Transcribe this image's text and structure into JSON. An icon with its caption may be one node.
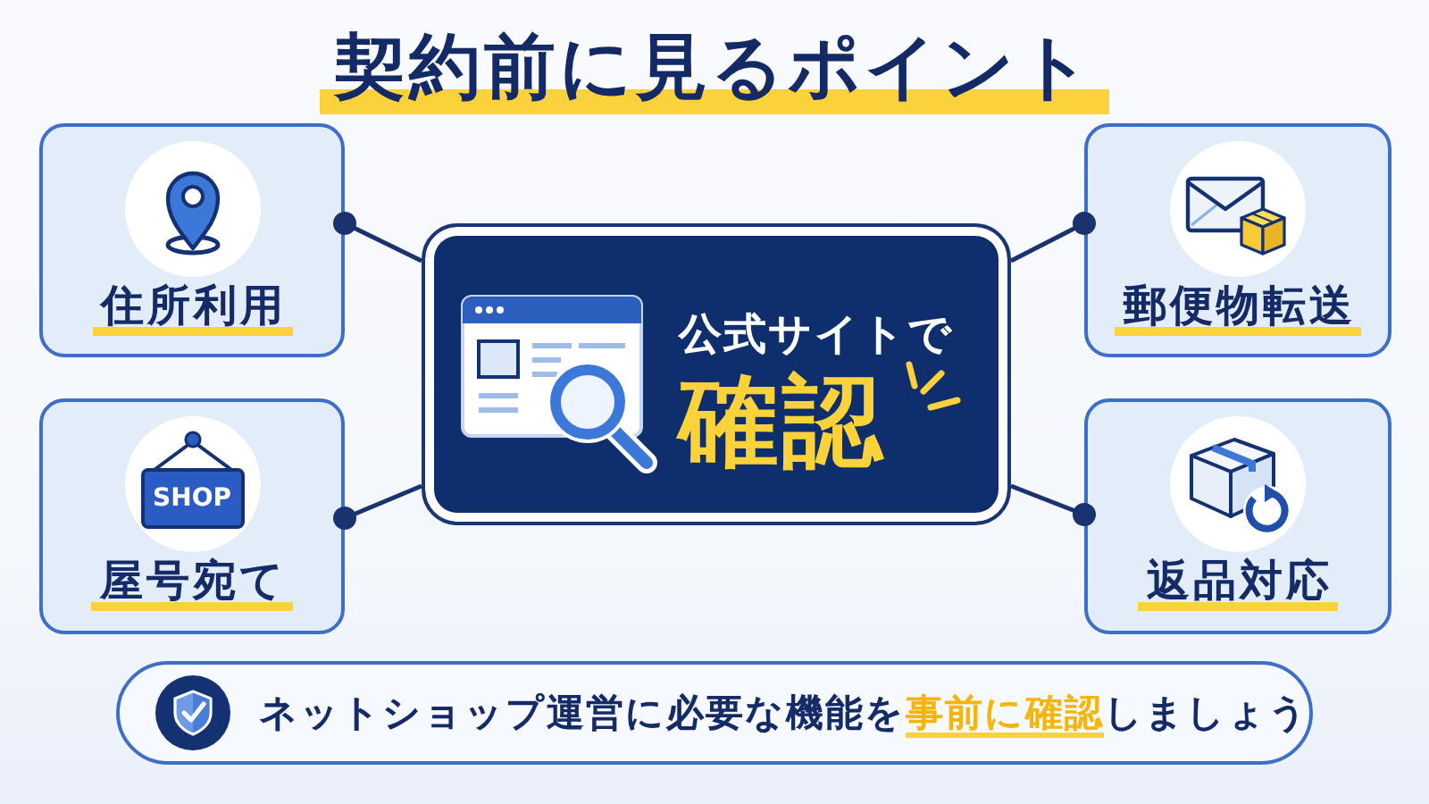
{
  "diagram": {
    "title": "契約前に見るポイント",
    "nodes": [
      {
        "text": [
          "住所利用"
        ]
      },
      {
        "text": [
          "郵便物転送"
        ]
      },
      {
        "text": [
          "公式サイトで",
          "確認"
        ]
      },
      {
        "text": [
          "屋号宛て"
        ]
      },
      {
        "text": [
          "返品対応"
        ]
      },
      {
        "text": [
          "ネットショップ運営に必要な機能を**事前に確認**しましょう"
        ]
      }
    ],
    "edges": [
      {
        "from": 2,
        "to": 0,
        "arrow": "other"
      },
      {
        "from": 2,
        "to": 1,
        "arrow": "other"
      },
      {
        "from": 2,
        "to": 3,
        "arrow": "other"
      },
      {
        "from": 2,
        "to": 4,
        "arrow": "other"
      }
    ],
    "labels": [
      "SHOP"
    ]
  }
}
